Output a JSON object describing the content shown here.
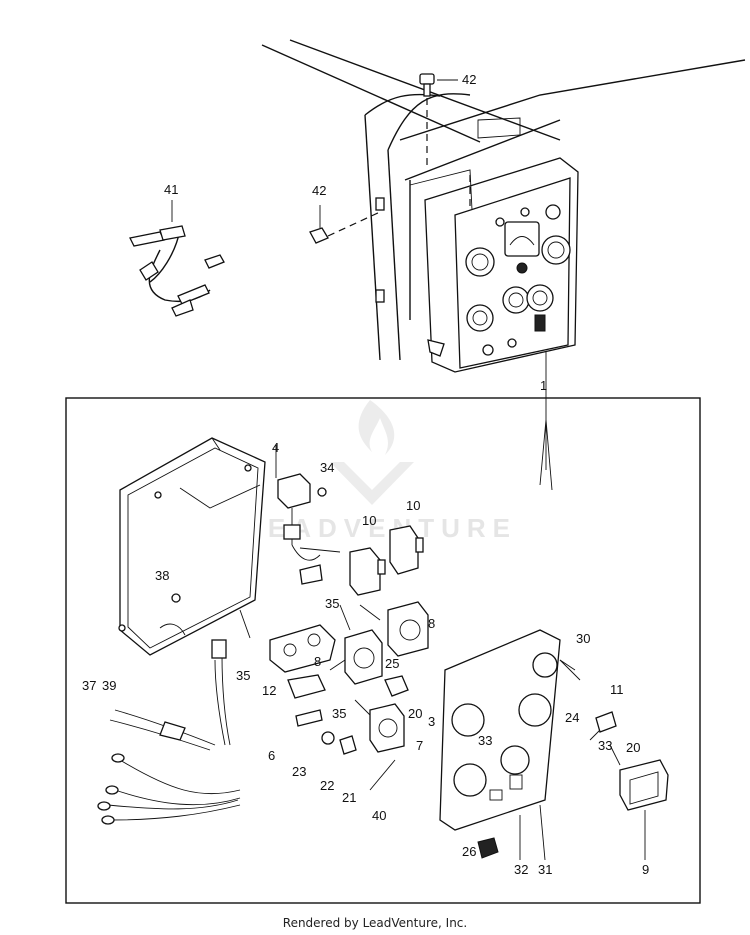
{
  "watermark": {
    "text": "LEADVENTURE"
  },
  "footer": {
    "text": "Rendered by LeadVenture, Inc."
  },
  "callouts": [
    "42",
    "42",
    "41",
    "1",
    "4",
    "34",
    "10",
    "10",
    "38",
    "35",
    "8",
    "8",
    "25",
    "37",
    "39",
    "12",
    "35",
    "6",
    "35",
    "20",
    "3",
    "30",
    "11",
    "24",
    "33",
    "33",
    "20",
    "23",
    "22",
    "21",
    "7",
    "40",
    "26",
    "32",
    "31",
    "9"
  ]
}
